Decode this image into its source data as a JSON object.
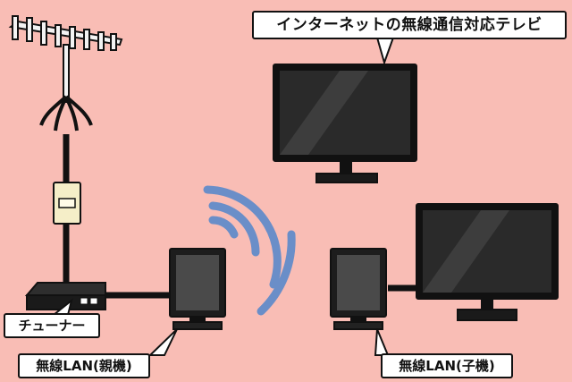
{
  "labels": {
    "internet_tv": "インターネットの無線通信対応テレビ",
    "tuner": "チューナー",
    "wireless_lan_parent": "無線LAN(親機)",
    "wireless_lan_child": "無線LAN(子機)"
  },
  "colors": {
    "background": "#f9bdb5",
    "outline": "#111111",
    "wifi_waves": "#6a8ec8",
    "wall_outlet": "#f5eec8",
    "screen": "#2a2a2a"
  },
  "icons": [
    "antenna-icon",
    "wall-outlet-icon",
    "tuner-box-icon",
    "router-icon",
    "wifi-waves-icon",
    "television-icon"
  ]
}
